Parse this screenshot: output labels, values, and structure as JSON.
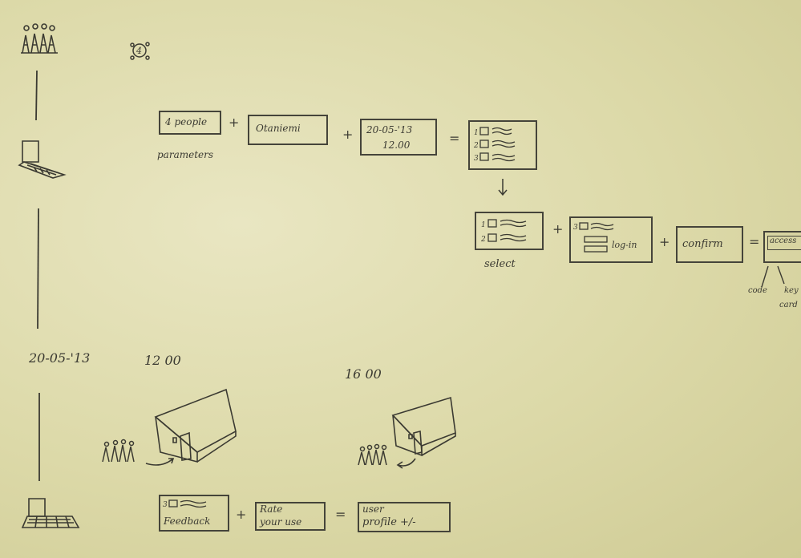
{
  "flow1": {
    "people": "4 people",
    "location": "Otaniemi",
    "date": "20-05-'13",
    "time": "12.00",
    "params_label": "parameters",
    "result_lines": [
      "1",
      "2",
      "3"
    ],
    "plus": "+",
    "equals": "="
  },
  "flow2": {
    "select_label": "select",
    "select_lines": [
      "1",
      "2"
    ],
    "login_label": "log-in",
    "login_num": "3",
    "confirm": "confirm",
    "access": "access",
    "code": "code",
    "key": "key",
    "card": "card"
  },
  "timeline": {
    "date": "20-05-'13",
    "time_start": "12 00",
    "time_end": "16 00"
  },
  "flow3": {
    "feedback_num": "3",
    "feedback": "Feedback",
    "rate": "Rate",
    "your_use": "your use",
    "user": "user",
    "profile": "profile +/-"
  },
  "top": {
    "group_count": "4"
  }
}
